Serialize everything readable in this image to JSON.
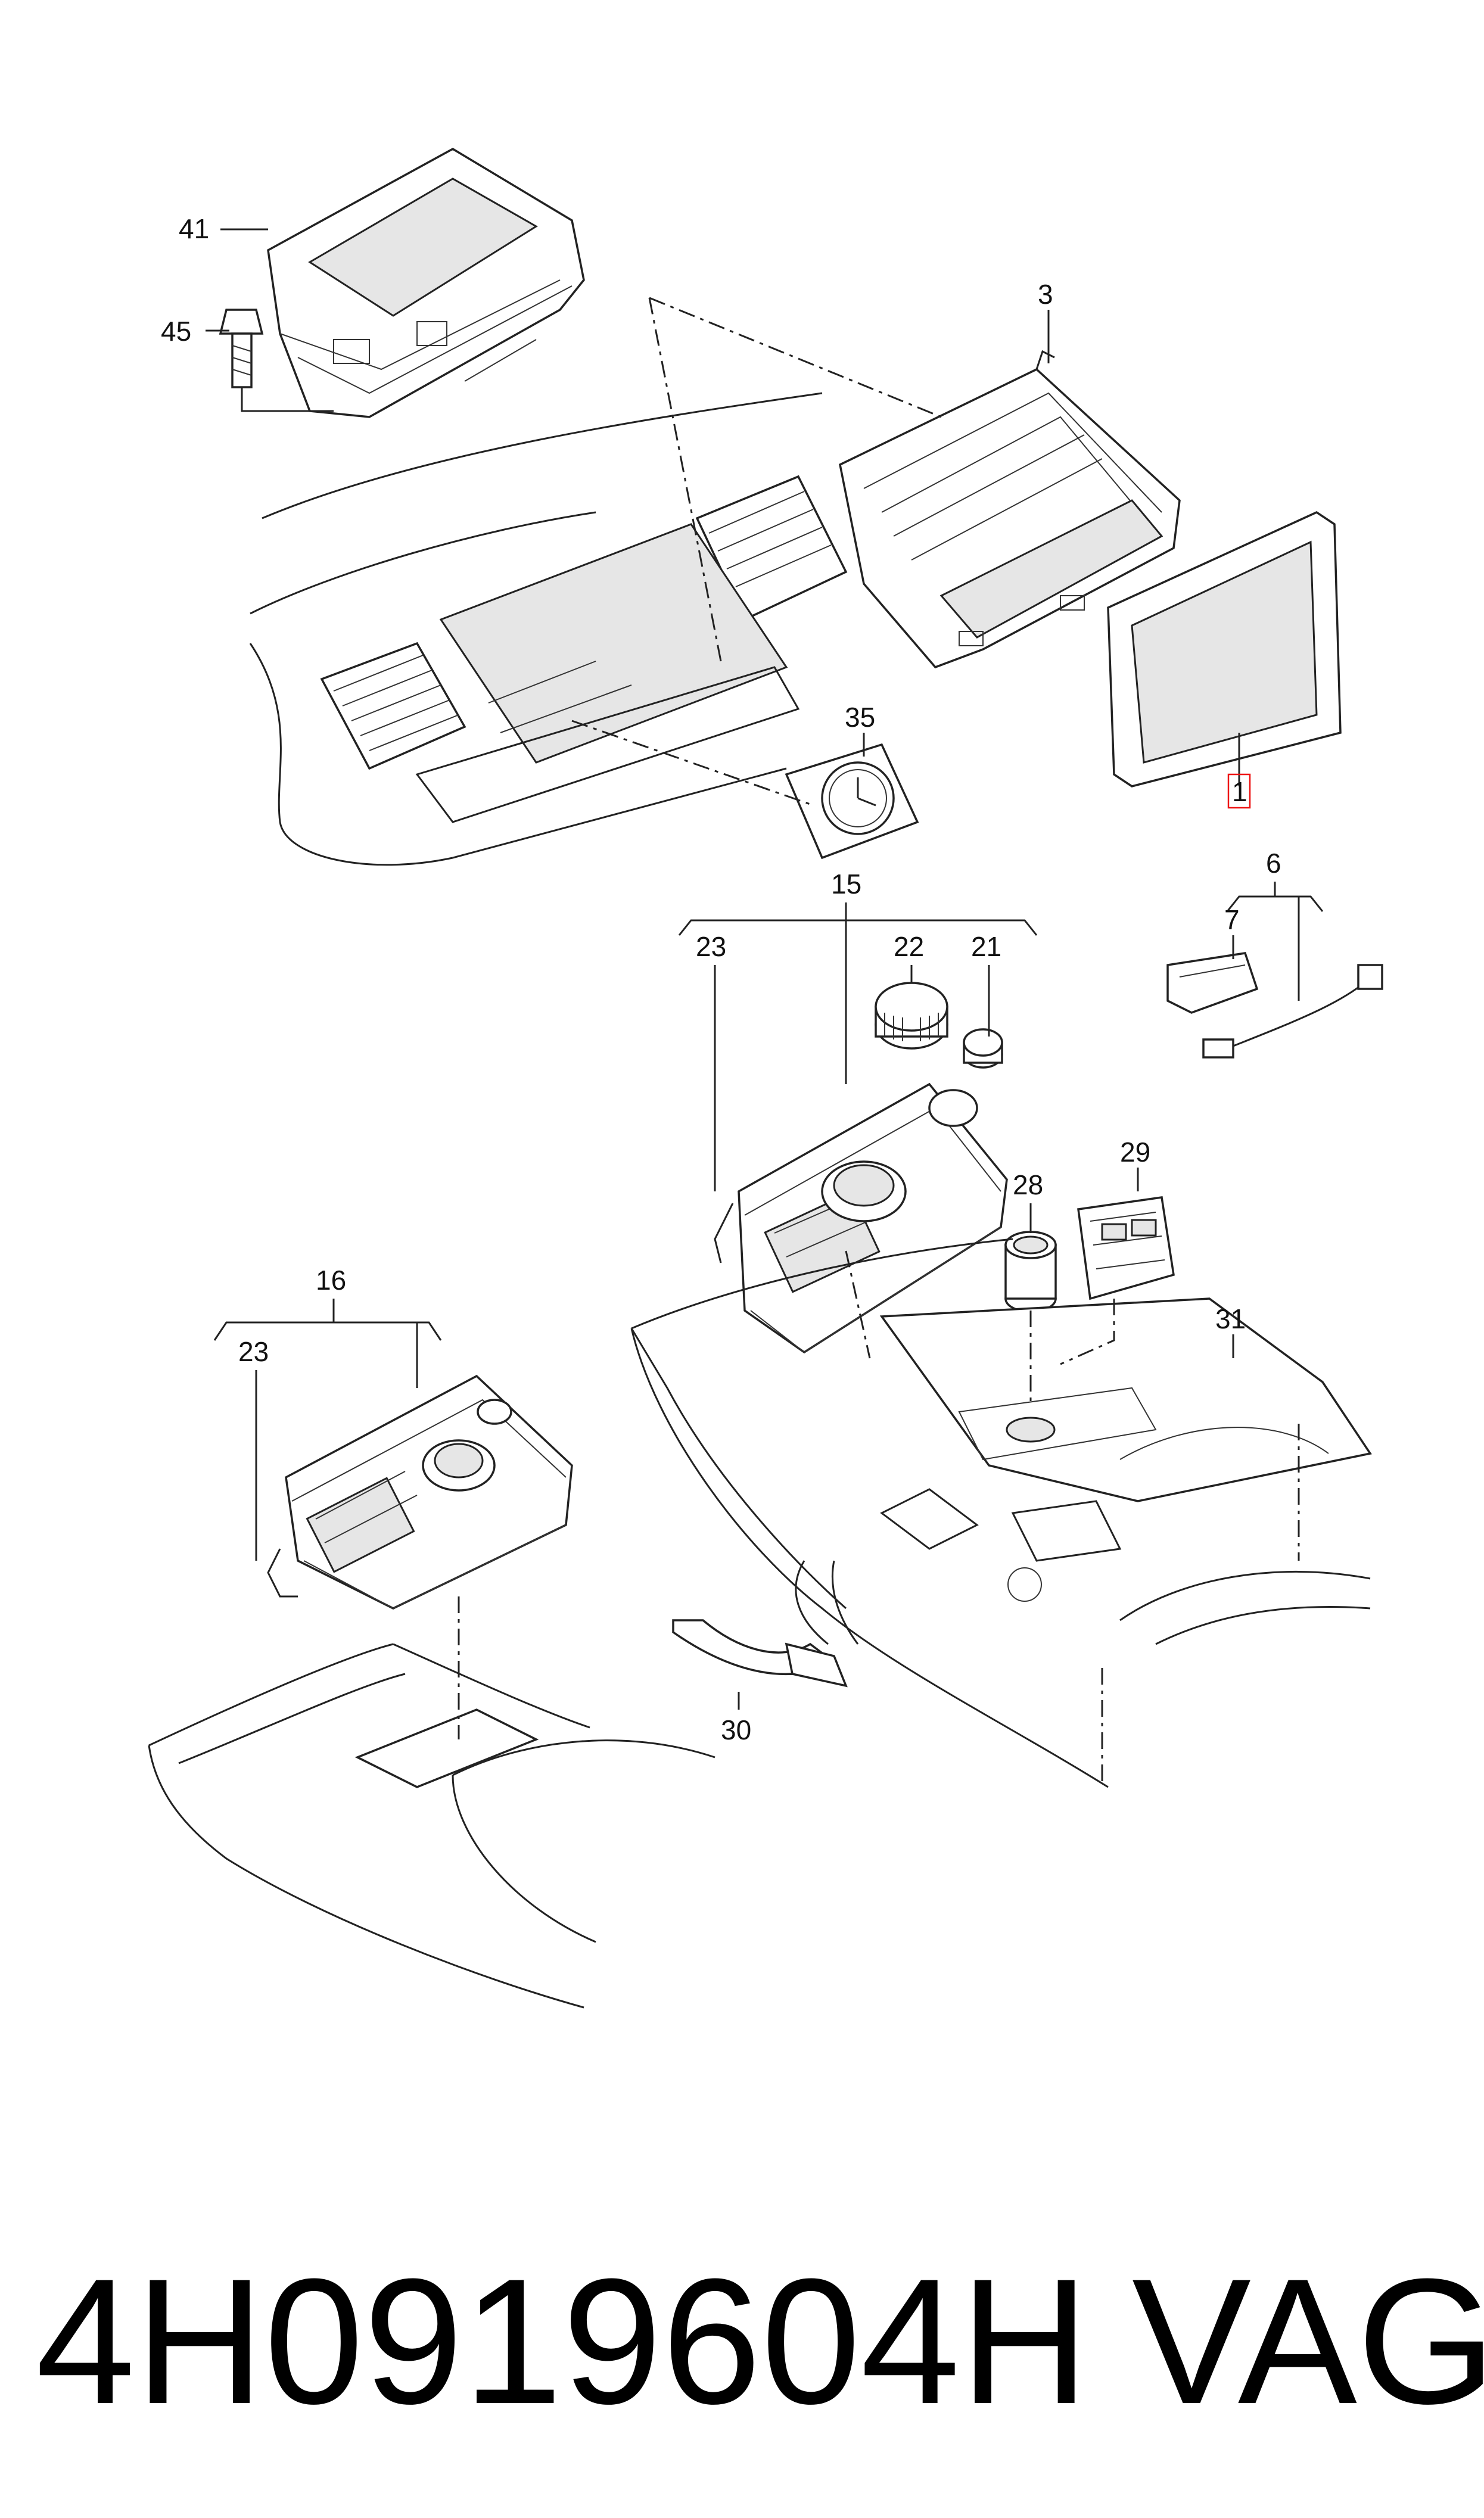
{
  "callouts": {
    "c41": "41",
    "c45": "45",
    "c3": "3",
    "c35": "35",
    "c1": "1",
    "c15": "15",
    "c23a": "23",
    "c22": "22",
    "c21": "21",
    "c6": "6",
    "c7": "7",
    "c29": "29",
    "c28": "28",
    "c31": "31",
    "c16": "16",
    "c23b": "23",
    "c30": "30"
  },
  "footer": {
    "part_number": "4H0919604H",
    "brand": "VAG"
  }
}
